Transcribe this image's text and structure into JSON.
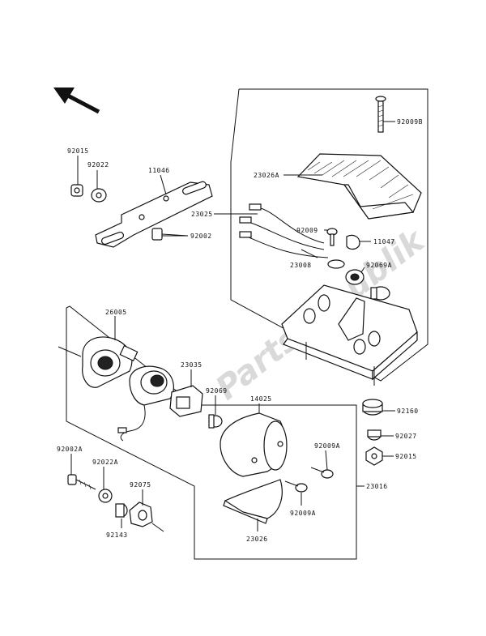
{
  "watermark": "PartsRepublik",
  "labels": {
    "p92015_top": "92015",
    "p92022": "92022",
    "p11046": "11046",
    "p92002": "92002",
    "p92009B": "92009B",
    "p23026A": "23026A",
    "p23025": "23025",
    "p92009": "92009",
    "p11047": "11047",
    "p23008": "23008",
    "p92069A": "92069A",
    "p26005": "26005",
    "p23035": "23035",
    "p92069": "92069",
    "p14025": "14025",
    "p92009A_1": "92009A",
    "p92160": "92160",
    "p92027": "92027",
    "p92015_bot": "92015",
    "p92002A": "92002A",
    "p92022A": "92022A",
    "p92075": "92075",
    "p23016": "23016",
    "p92009A_2": "92009A",
    "p92143": "92143",
    "p23026": "23026"
  },
  "icons": {
    "direction": "arrow-icon"
  }
}
